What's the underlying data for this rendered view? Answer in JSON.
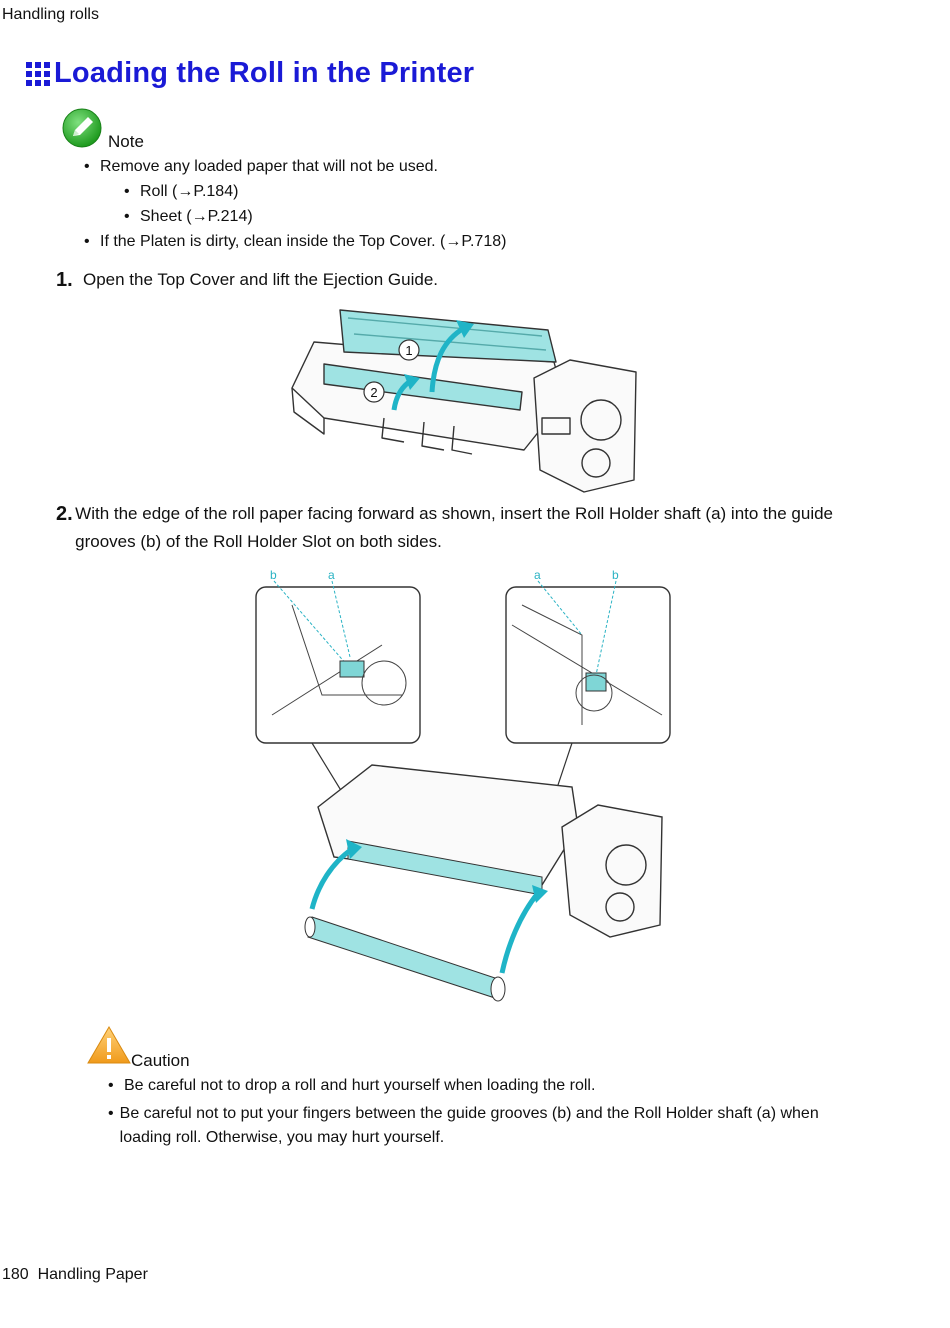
{
  "header": {
    "running_head": "Handling rolls"
  },
  "title": "Loading the Roll in the Printer",
  "note": {
    "label": "Note",
    "items": [
      "Remove any loaded paper that will not be used.",
      "Roll (→P.184)",
      "Sheet (→P.214)",
      "If the Platen is dirty, clean inside the Top Cover.  (→P.718)"
    ]
  },
  "steps": [
    {
      "number": "1.",
      "text": "Open the Top Cover and lift the Ejection Guide."
    },
    {
      "number": "2.",
      "text": "With the edge of the roll paper facing forward as shown, insert the Roll Holder shaft (a) into the guide grooves (b) of the Roll Holder Slot on both sides."
    }
  ],
  "figure1": {
    "callout_1": "1",
    "callout_2": "2"
  },
  "figure2": {
    "label_b_left": "b",
    "label_a_left": "a",
    "label_a_right": "a",
    "label_b_right": "b"
  },
  "caution": {
    "label": "Caution",
    "items": [
      "Be careful not to drop a roll and hurt yourself when loading the roll.",
      "Be careful not to put your fingers between the guide grooves (b) and the Roll Holder shaft (a) when loading roll.  Otherwise, you may hurt yourself."
    ]
  },
  "footer": {
    "page_number": "180",
    "section": "Handling Paper"
  },
  "colors": {
    "title_blue": "#1a1ad6",
    "accent_cyan": "#7fd6d6",
    "note_green": "#3fb83f",
    "caution_orange": "#f0a020"
  }
}
